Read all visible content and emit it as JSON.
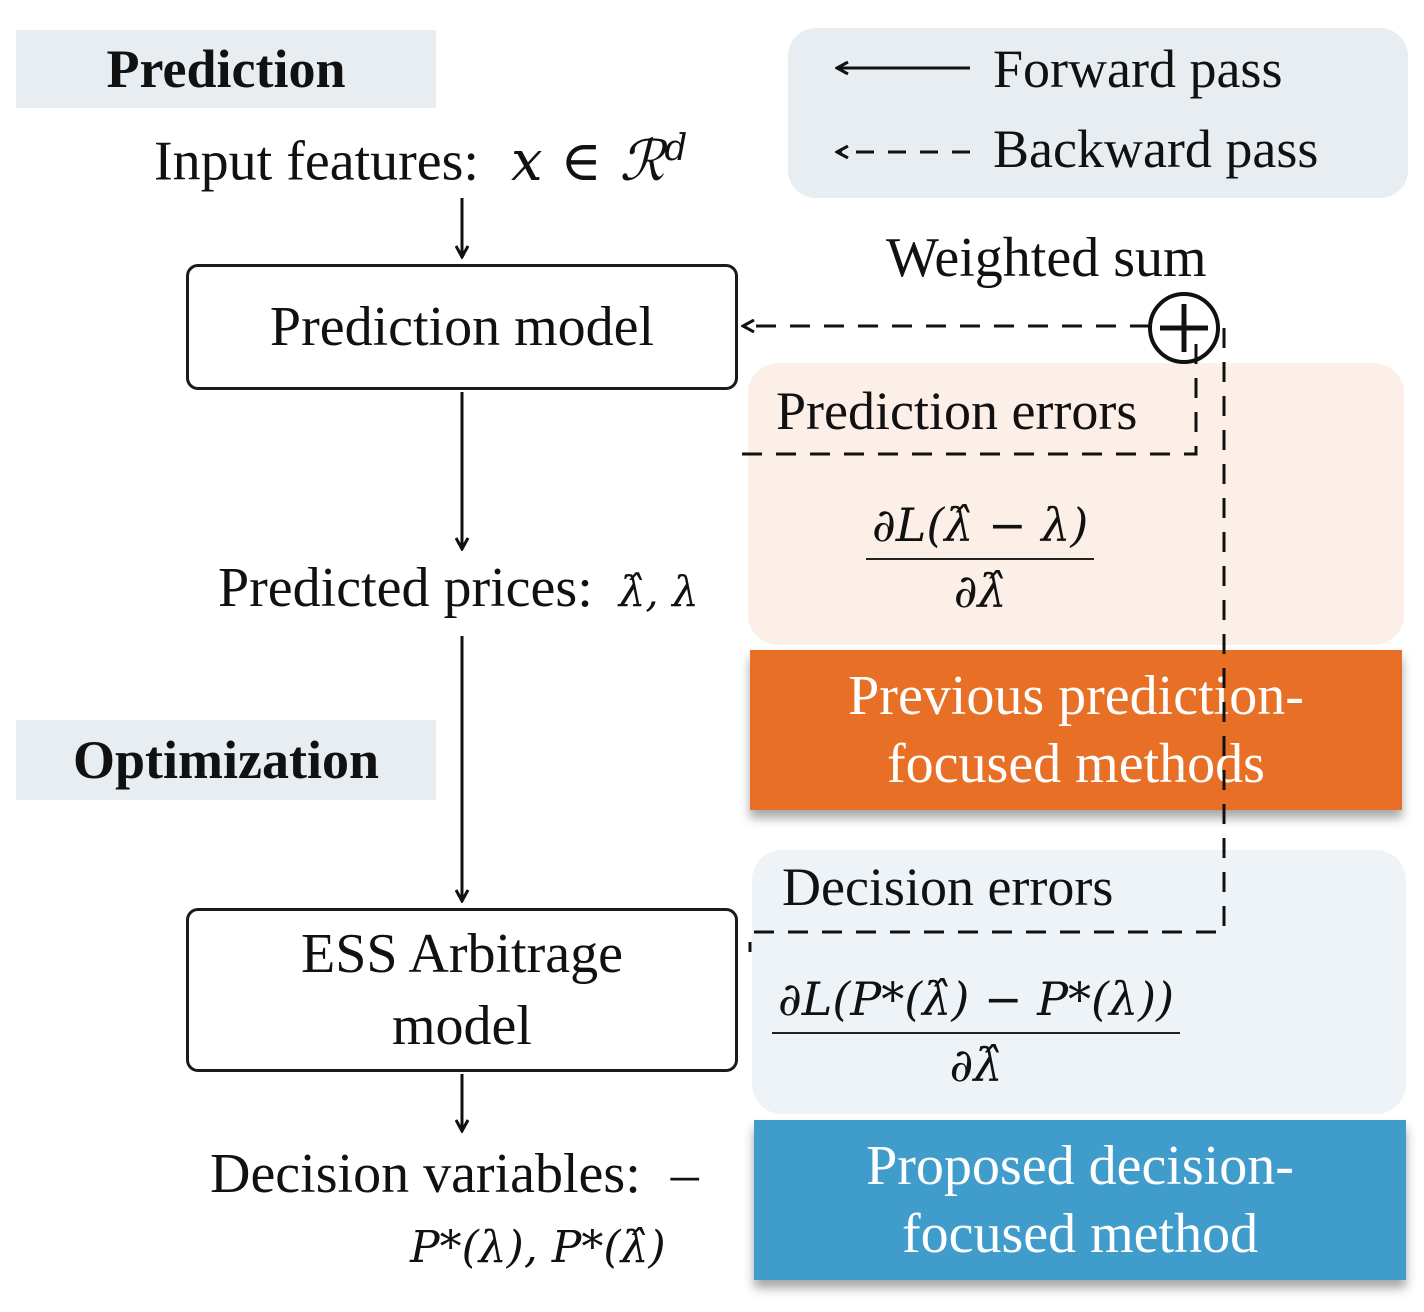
{
  "sections": {
    "prediction": "Prediction",
    "optimization": "Optimization"
  },
  "legend": {
    "forward": "Forward pass",
    "backward": "Backward pass"
  },
  "nodes": {
    "input_label": "Input features:",
    "input_math": "x ∈ ℛ",
    "input_sup": "d",
    "prediction_model": "Prediction model",
    "predicted_label": "Predicted prices:",
    "predicted_math": "λ̂, λ",
    "ess_line1": "ESS Arbitrage",
    "ess_line2": "model",
    "decision_label": "Decision variables:",
    "decision_dash": "–",
    "decision_math": "P*(λ), P*(λ̂)"
  },
  "aggregation": {
    "label": "Weighted sum",
    "symbol": "+"
  },
  "errors": {
    "prediction_title": "Prediction errors",
    "prediction_num": "∂L(λ̂ − λ)",
    "prediction_den": "∂λ̂",
    "decision_title": "Decision errors",
    "decision_num": "∂L(P*(λ̂) − P*(λ))",
    "decision_den": "∂λ̂"
  },
  "methods": {
    "previous_line1": "Previous prediction-",
    "previous_line2": "focused methods",
    "proposed_line1": "Proposed decision-",
    "proposed_line2": "focused method"
  },
  "colors": {
    "orange": "#e87026",
    "blue": "#3f9ccb",
    "pred_panel": "#fcefe8",
    "dec_panel": "#edf3f7",
    "label_bg": "#e7edf0"
  }
}
